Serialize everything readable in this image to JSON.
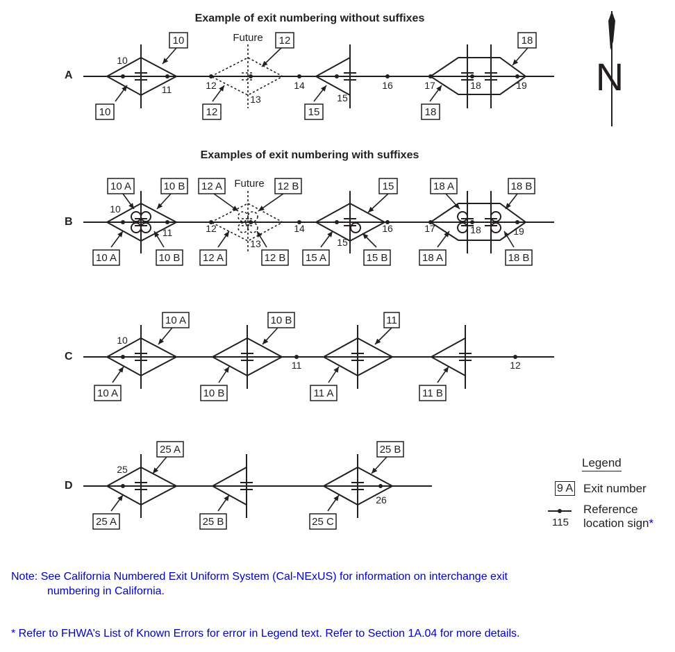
{
  "headings": {
    "without_suffixes": "Example of exit numbering without suffixes",
    "with_suffixes": "Examples of exit numbering with suffixes"
  },
  "row_labels": {
    "a": "A",
    "b": "B",
    "c": "C",
    "d": "D"
  },
  "north_label": "N",
  "future_label": "Future",
  "legend": {
    "title": "Legend",
    "sample_box": "9 A",
    "exit_number_label": "Exit number",
    "reference_line1": "Reference",
    "reference_line2": "location sign",
    "reference_star": "*",
    "sample_milepost": "115"
  },
  "notes": {
    "line1": "Note: See California Numbered Exit Uniform System (Cal-NExUS) for information on interchange exit",
    "line2": "numbering in California."
  },
  "footnote": {
    "star": "*",
    "text": " Refer to FHWA’s List of Known Errors for error in Legend text. Refer to Section 1A.04 for more details."
  },
  "exit_boxes": [
    {
      "text": "10"
    },
    {
      "text": "10"
    },
    {
      "text": "12"
    },
    {
      "text": "12"
    },
    {
      "text": "15"
    },
    {
      "text": "18"
    },
    {
      "text": "18"
    },
    {
      "text": "10 A"
    },
    {
      "text": "10 B"
    },
    {
      "text": "10 A"
    },
    {
      "text": "10 B"
    },
    {
      "text": "12 A"
    },
    {
      "text": "12 B"
    },
    {
      "text": "12 A"
    },
    {
      "text": "12 B"
    },
    {
      "text": "15"
    },
    {
      "text": "15 A"
    },
    {
      "text": "15 B"
    },
    {
      "text": "18 A"
    },
    {
      "text": "18 B"
    },
    {
      "text": "18 A"
    },
    {
      "text": "18 B"
    },
    {
      "text": "10 A"
    },
    {
      "text": "10 A"
    },
    {
      "text": "10 B"
    },
    {
      "text": "10 B"
    },
    {
      "text": "11"
    },
    {
      "text": "11 A"
    },
    {
      "text": "11 B"
    },
    {
      "text": "25 A"
    },
    {
      "text": "25 A"
    },
    {
      "text": "25 B"
    },
    {
      "text": "25 B"
    },
    {
      "text": "25 C"
    }
  ],
  "mileposts": [
    {
      "text": "10"
    },
    {
      "text": "11"
    },
    {
      "text": "12"
    },
    {
      "text": "13"
    },
    {
      "text": "14"
    },
    {
      "text": "15"
    },
    {
      "text": "16"
    },
    {
      "text": "17"
    },
    {
      "text": "18"
    },
    {
      "text": "19"
    },
    {
      "text": "10"
    },
    {
      "text": "11"
    },
    {
      "text": "12"
    },
    {
      "text": "13"
    },
    {
      "text": "14"
    },
    {
      "text": "15"
    },
    {
      "text": "16"
    },
    {
      "text": "17"
    },
    {
      "text": "18"
    },
    {
      "text": "19"
    },
    {
      "text": "10"
    },
    {
      "text": "11"
    },
    {
      "text": "12"
    },
    {
      "text": "25"
    },
    {
      "text": "26"
    }
  ]
}
